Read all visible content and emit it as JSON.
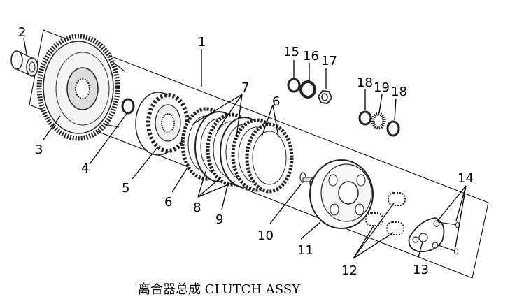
{
  "caption": "离合器总成 CLUTCH ASSY",
  "labels": [
    {
      "id": "1",
      "text": "1"
    },
    {
      "id": "2",
      "text": "2"
    },
    {
      "id": "3",
      "text": "3"
    },
    {
      "id": "4",
      "text": "4"
    },
    {
      "id": "5",
      "text": "5"
    },
    {
      "id": "6a",
      "text": "6"
    },
    {
      "id": "6b",
      "text": "6"
    },
    {
      "id": "7",
      "text": "7"
    },
    {
      "id": "8",
      "text": "8"
    },
    {
      "id": "9",
      "text": "9"
    },
    {
      "id": "10",
      "text": "10"
    },
    {
      "id": "11",
      "text": "11"
    },
    {
      "id": "12",
      "text": "12"
    },
    {
      "id": "13",
      "text": "13"
    },
    {
      "id": "14",
      "text": "14"
    },
    {
      "id": "15",
      "text": "15"
    },
    {
      "id": "16",
      "text": "16"
    },
    {
      "id": "17",
      "text": "17"
    },
    {
      "id": "18a",
      "text": "18"
    },
    {
      "id": "19",
      "text": "19"
    },
    {
      "id": "18b",
      "text": "18"
    }
  ]
}
